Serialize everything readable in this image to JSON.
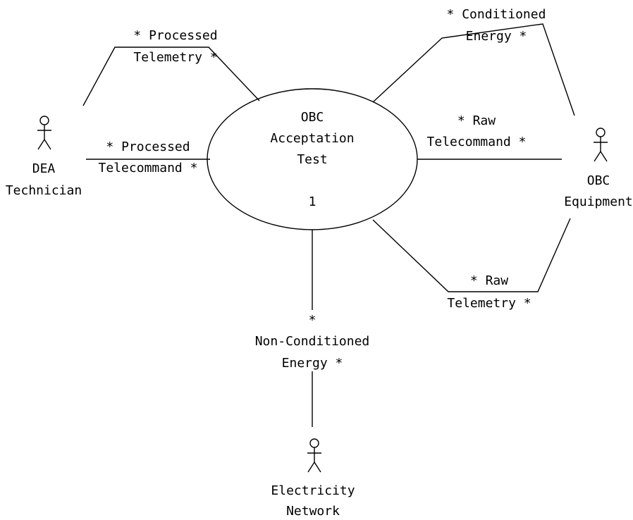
{
  "use_case": {
    "name_lines": [
      "OBC",
      "Acceptation",
      "Test"
    ],
    "multiplicity": "1"
  },
  "actors": {
    "dea_technician": {
      "lines": [
        "DEA",
        "Technician"
      ]
    },
    "obc_equipment": {
      "lines": [
        "OBC",
        "Equipment"
      ]
    },
    "electricity_network": {
      "lines": [
        "Electricity",
        "Network"
      ]
    }
  },
  "associations": {
    "processed_telemetry": {
      "lines": [
        "* Processed",
        "Telemetry *"
      ]
    },
    "processed_telecommand": {
      "lines": [
        "* Processed",
        "Telecommand *"
      ]
    },
    "conditioned_energy": {
      "lines": [
        "* Conditioned",
        "Energy *"
      ]
    },
    "raw_telecommand": {
      "lines": [
        "* Raw",
        "Telecommand *"
      ]
    },
    "raw_telemetry": {
      "lines": [
        "* Raw",
        "Telemetry *"
      ]
    },
    "non_conditioned_energy": {
      "lines": [
        "*",
        "Non-Conditioned",
        "Energy *"
      ]
    }
  }
}
